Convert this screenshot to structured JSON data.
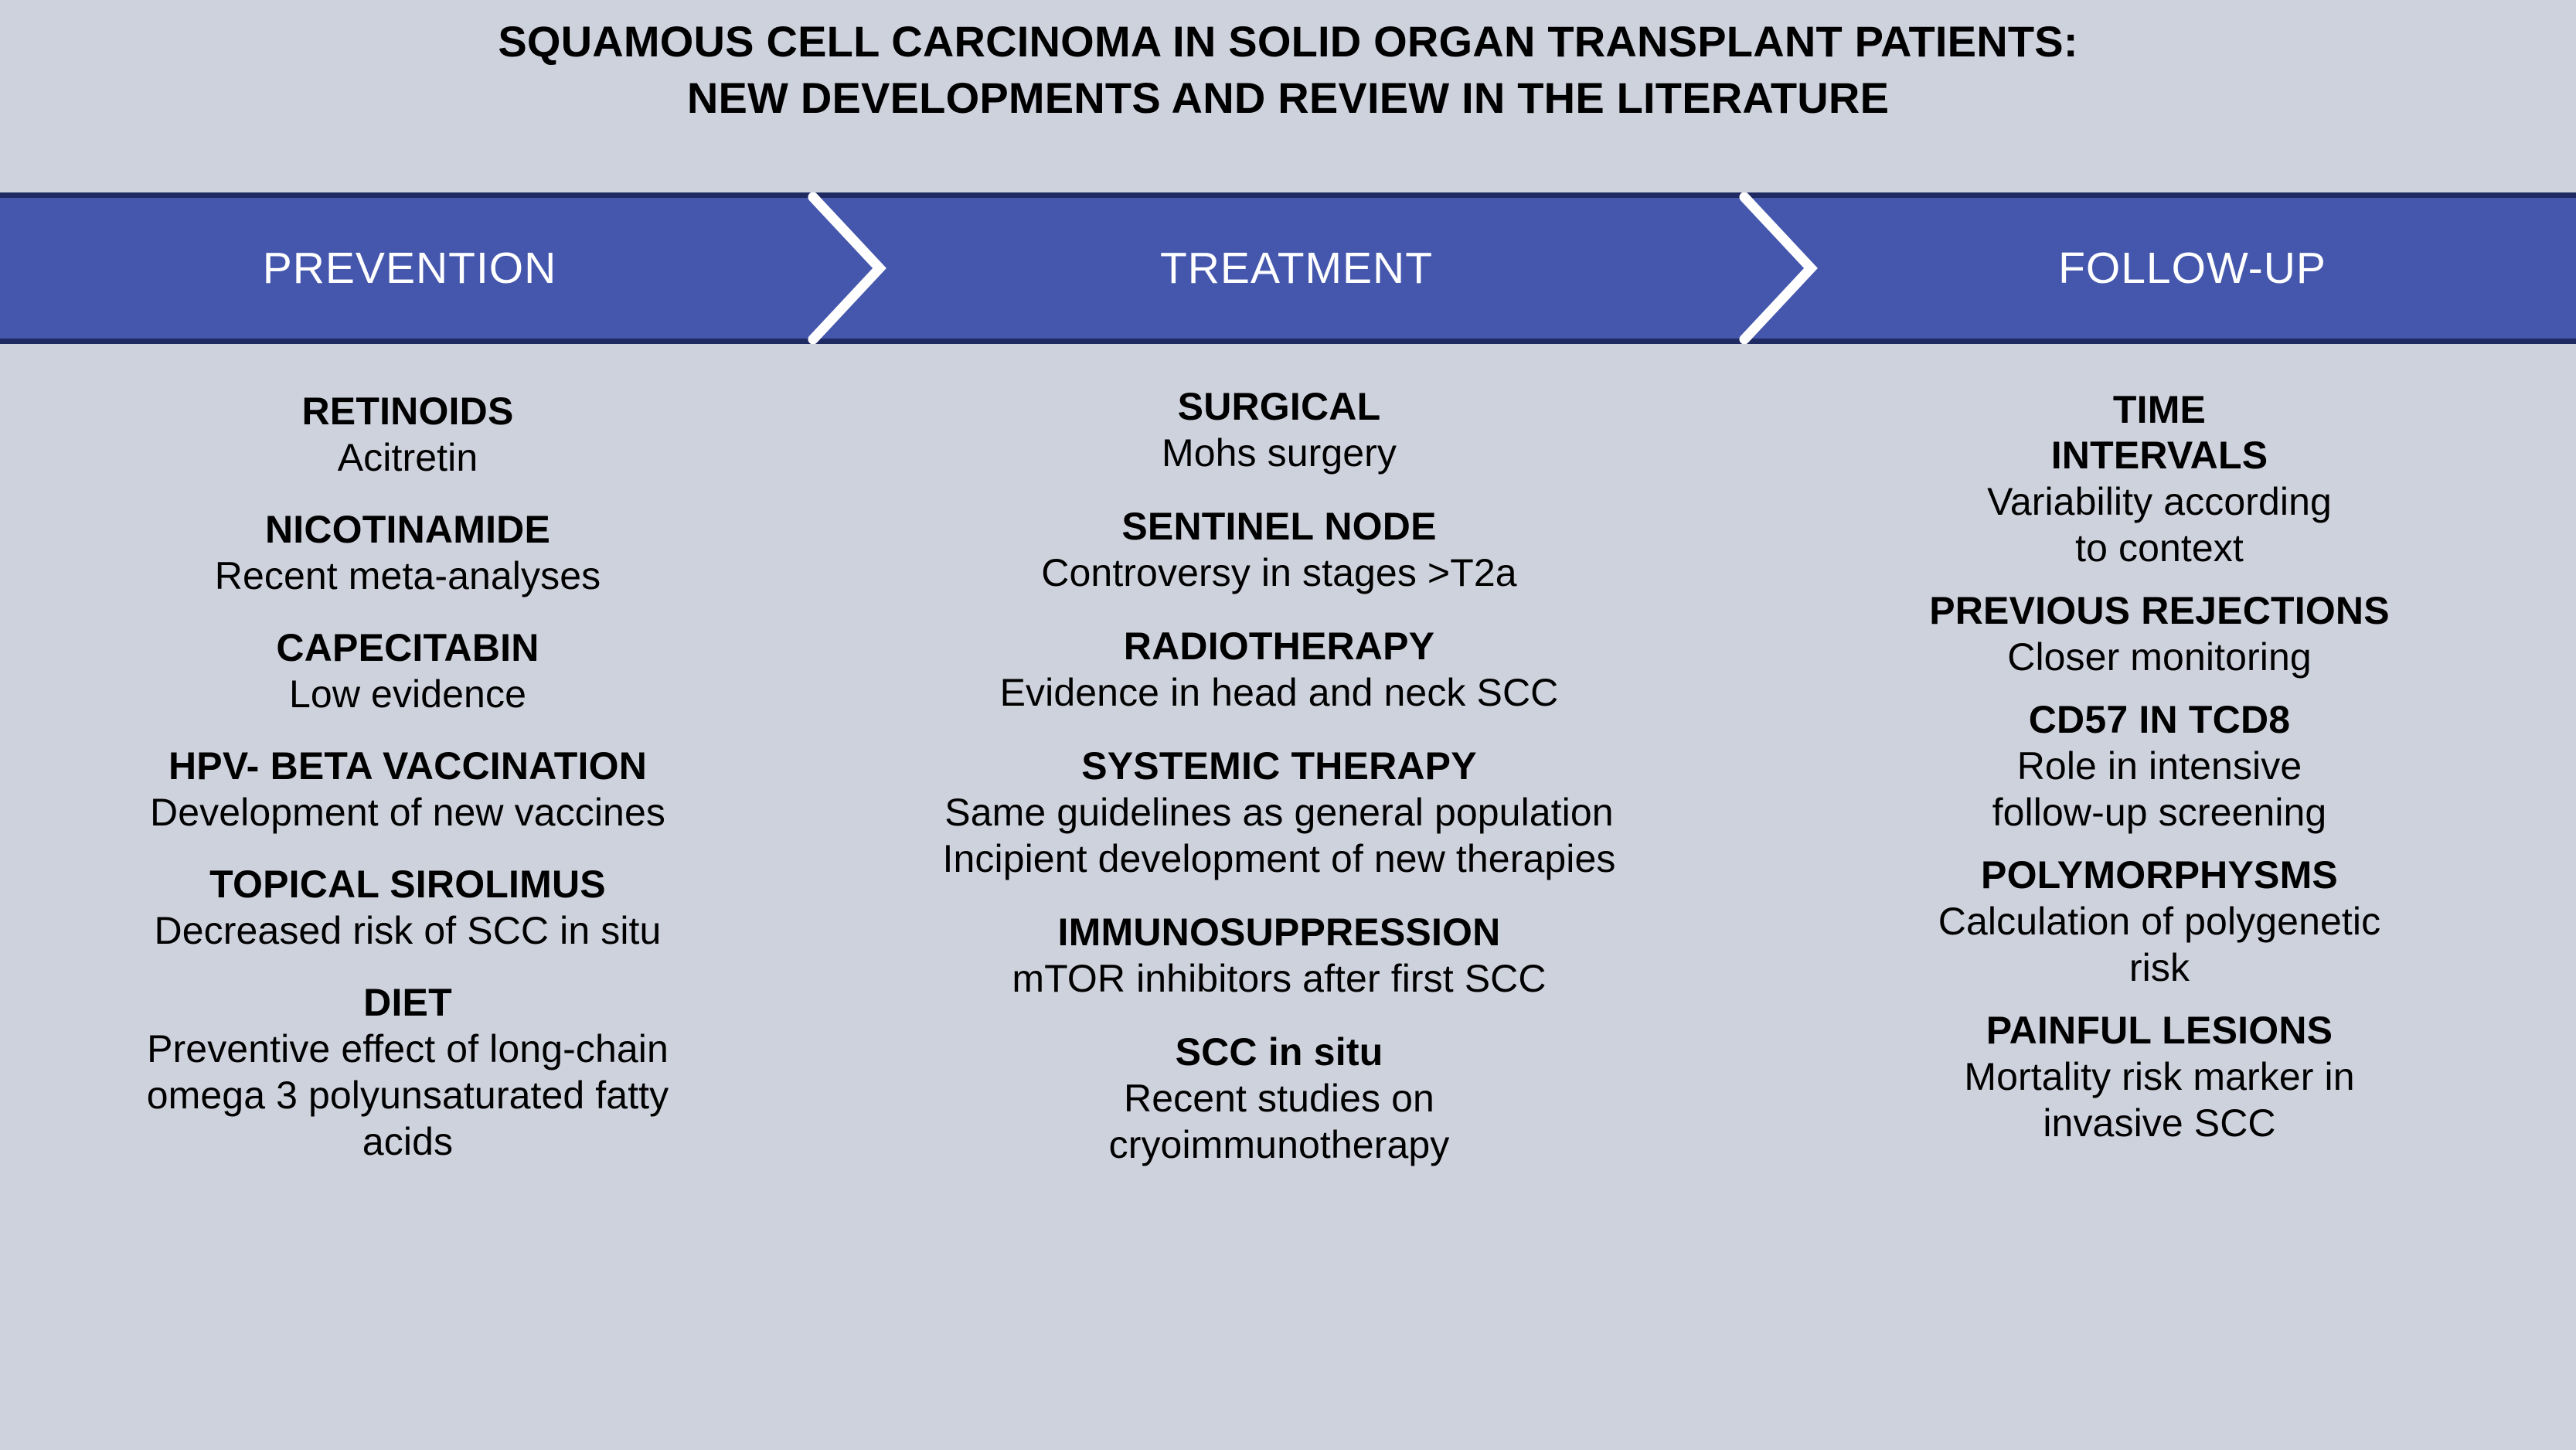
{
  "title": {
    "line1": "SQUAMOUS CELL CARCINOMA IN SOLID ORGAN TRANSPLANT PATIENTS:",
    "line2": "NEW DEVELOPMENTS AND REVIEW IN THE LITERATURE"
  },
  "colors": {
    "background": "#ced2dd",
    "banner": "#4557ad",
    "banner_border": "#1f2a63",
    "banner_text": "#ffffff",
    "body_text": "#000000",
    "chevron": "#ffffff"
  },
  "banner": {
    "stages": [
      {
        "label": "PREVENTION"
      },
      {
        "label": "TREATMENT"
      },
      {
        "label": "FOLLOW-UP"
      }
    ],
    "separator_icon": "chevron-right-icon"
  },
  "columns": [
    {
      "stage": "PREVENTION",
      "entries": [
        {
          "heading": "RETINOIDS",
          "detail": "Acitretin"
        },
        {
          "heading": "NICOTINAMIDE",
          "detail": "Recent meta-analyses"
        },
        {
          "heading": "CAPECITABIN",
          "detail": "Low evidence"
        },
        {
          "heading": "HPV- BETA VACCINATION",
          "detail": "Development of new vaccines"
        },
        {
          "heading": "TOPICAL SIROLIMUS",
          "detail": "Decreased risk of SCC in situ"
        },
        {
          "heading": "DIET",
          "detail": "Preventive effect of long-chain\nomega 3 polyunsaturated fatty\nacids"
        }
      ]
    },
    {
      "stage": "TREATMENT",
      "entries": [
        {
          "heading": "SURGICAL",
          "detail": "Mohs surgery"
        },
        {
          "heading": "SENTINEL NODE",
          "detail": "Controversy in stages >T2a"
        },
        {
          "heading": "RADIOTHERAPY",
          "detail": "Evidence in head and neck SCC"
        },
        {
          "heading": "SYSTEMIC THERAPY",
          "detail": "Same guidelines as general population\nIncipient development of new therapies"
        },
        {
          "heading": "IMMUNOSUPPRESSION",
          "detail": "mTOR inhibitors after first SCC"
        },
        {
          "heading": "SCC in situ",
          "detail": "Recent studies on\ncryoimmunotherapy"
        }
      ]
    },
    {
      "stage": "FOLLOW-UP",
      "entries": [
        {
          "heading": "TIME\nINTERVALS",
          "detail": "Variability according\nto context"
        },
        {
          "heading": "PREVIOUS REJECTIONS",
          "detail": "Closer monitoring"
        },
        {
          "heading": "CD57 IN TCD8",
          "detail": "Role in intensive\nfollow-up screening"
        },
        {
          "heading": "POLYMORPHYSMS",
          "detail": "Calculation of polygenetic\nrisk"
        },
        {
          "heading": "PAINFUL LESIONS",
          "detail": "Mortality risk marker in\ninvasive SCC"
        }
      ]
    }
  ]
}
